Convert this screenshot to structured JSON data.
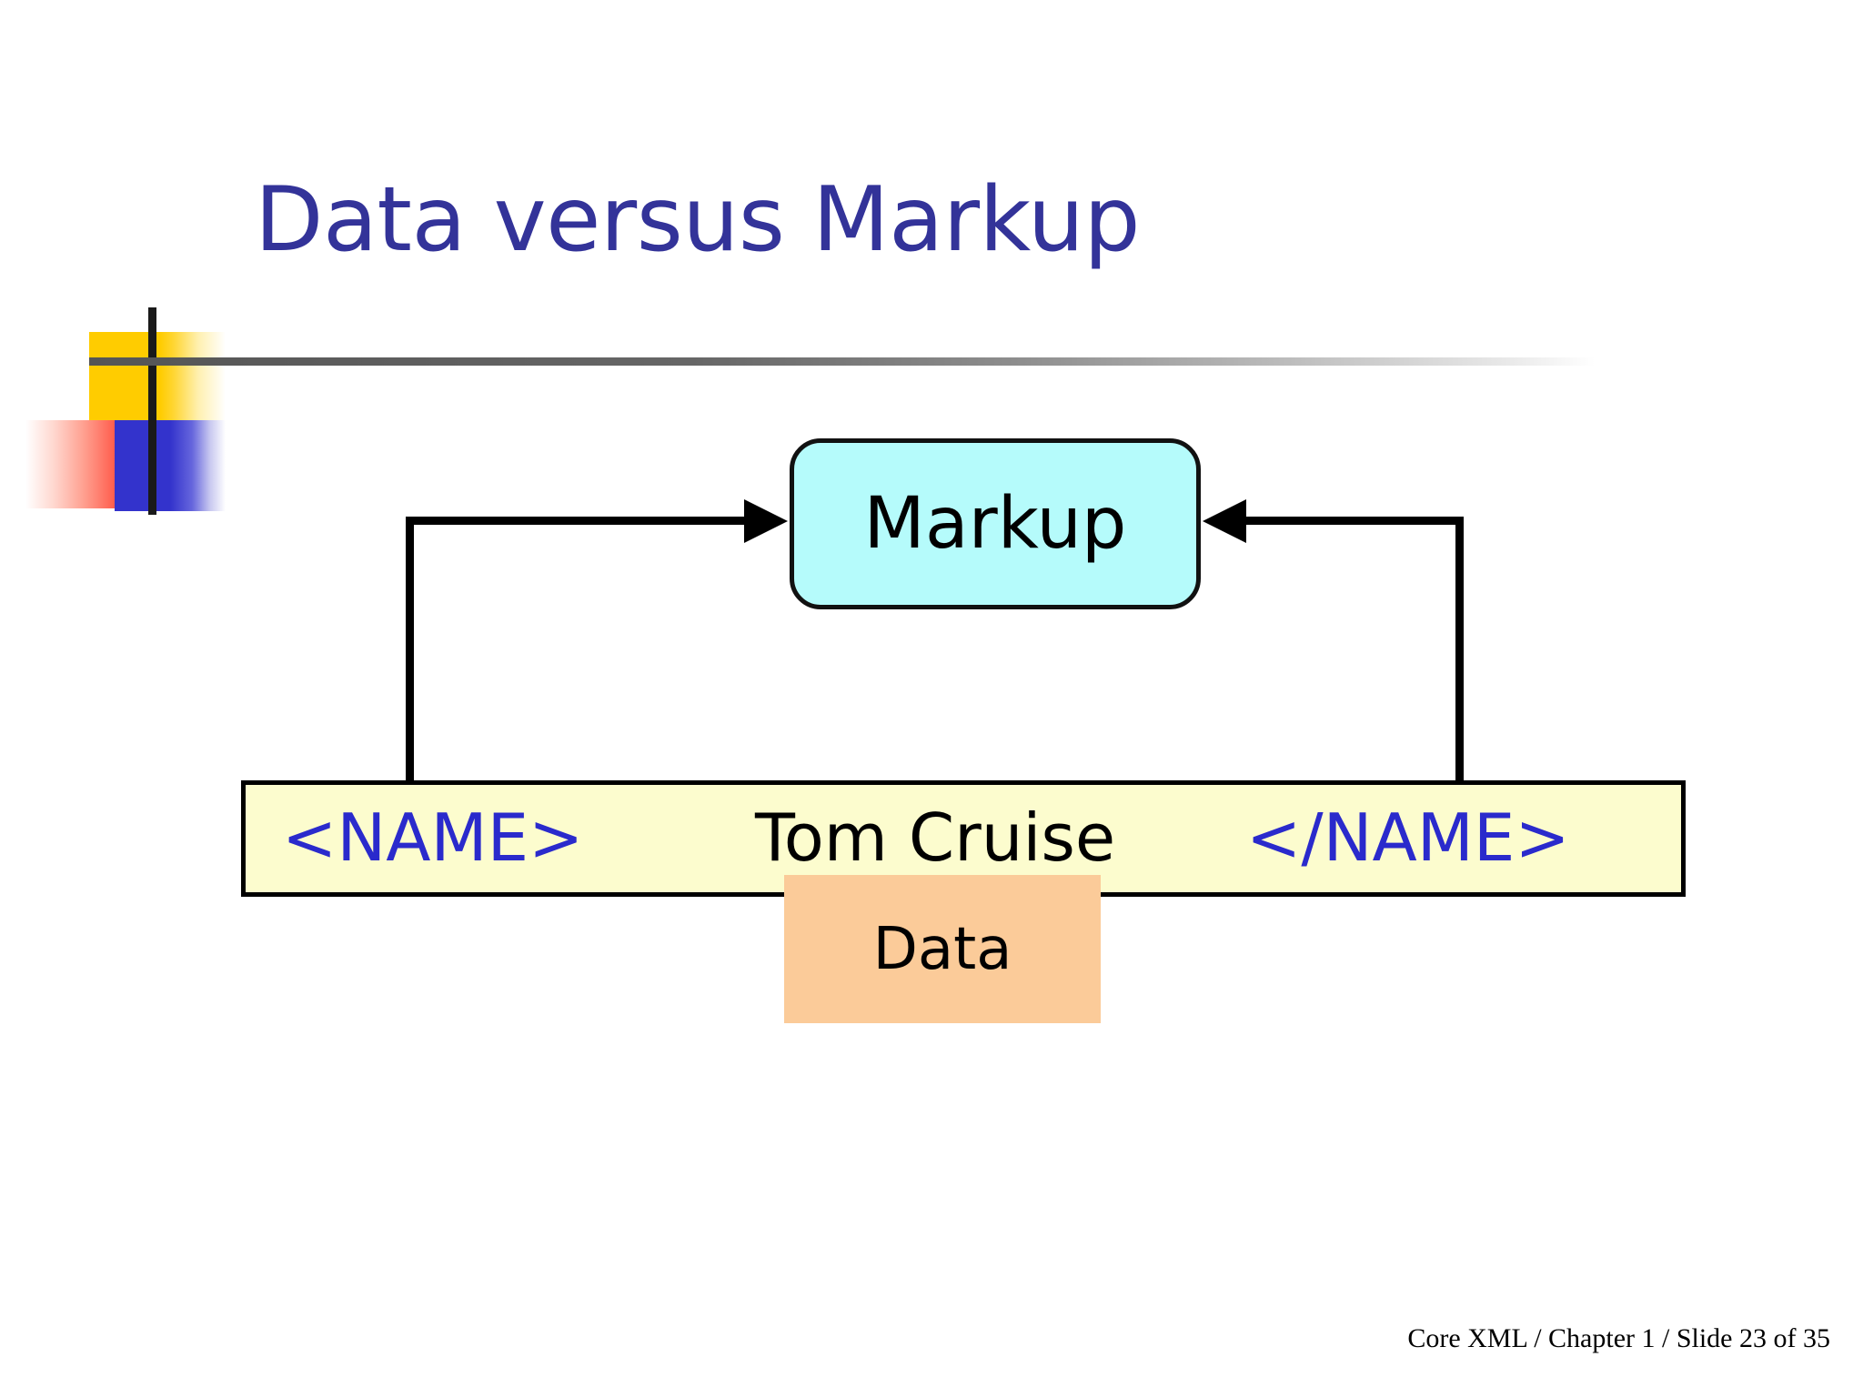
{
  "slide": {
    "title": "Data versus Markup",
    "footer": "Core XML / Chapter 1 / Slide 23 of 35"
  },
  "diagram": {
    "markup_box": {
      "label": "Markup",
      "fill": "#B5FBFB",
      "stroke": "#111111"
    },
    "data_box": {
      "label": "Data",
      "fill": "#FBCB99"
    },
    "xml_bar": {
      "fill": "#FCFCCE",
      "stroke": "#000000",
      "open_tag": "<NAME>",
      "text_node": "Tom Cruise",
      "close_tag": "</NAME>",
      "tag_color": "#2A2ACC",
      "text_color": "#000000"
    },
    "arrows": [
      {
        "name": "open-tag-to-markup",
        "direction": "right"
      },
      {
        "name": "close-tag-to-markup",
        "direction": "left"
      }
    ]
  },
  "theme": {
    "title_color": "#333399",
    "logo_yellow": "#FFCC00",
    "logo_red": "#FF2222",
    "logo_blue": "#3333CC",
    "rule_color": "#8E8E8E"
  }
}
